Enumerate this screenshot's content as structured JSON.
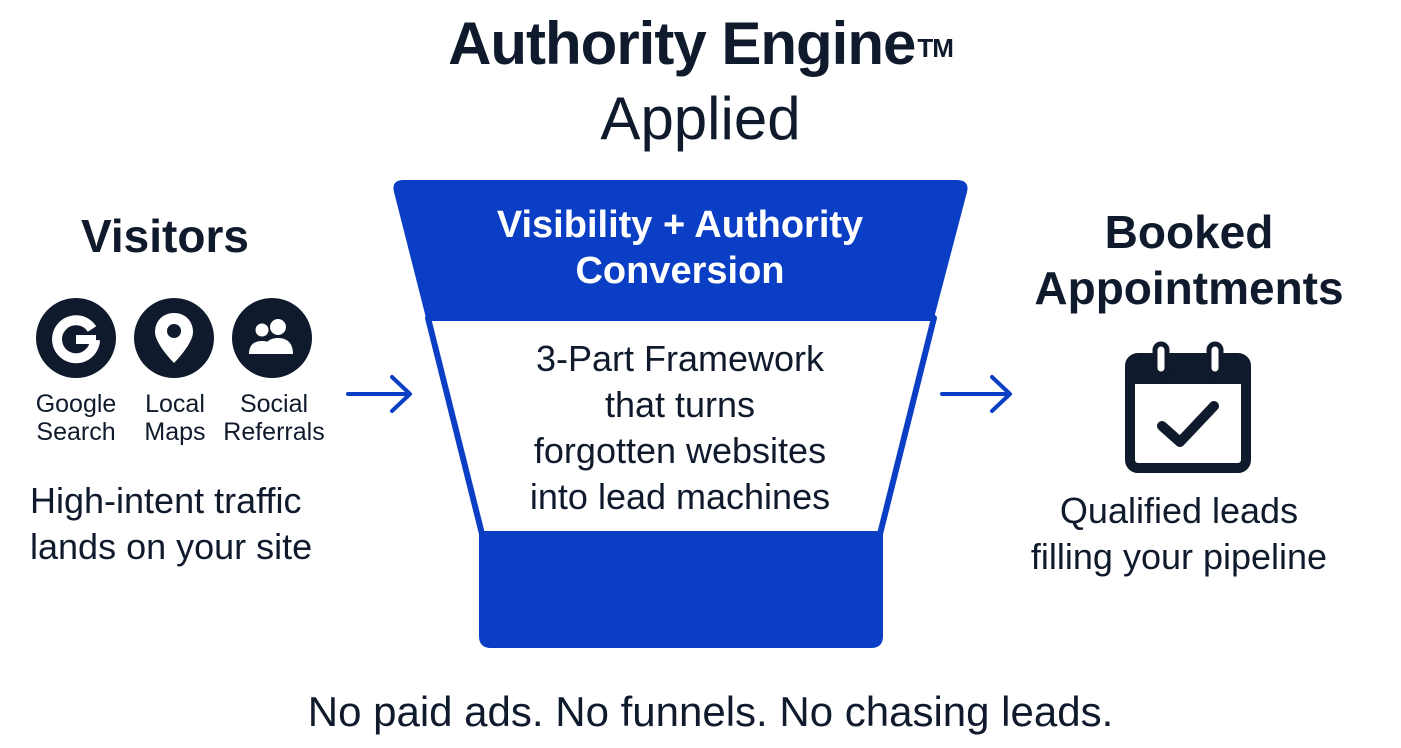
{
  "header": {
    "title": "Authority Engine",
    "trademark": "TM",
    "subtitle": "Applied"
  },
  "visitors": {
    "heading": "Visitors",
    "sources": [
      {
        "icon": "google-icon",
        "line1": "Google",
        "line2": "Search"
      },
      {
        "icon": "map-pin-icon",
        "line1": "Local",
        "line2": "Maps"
      },
      {
        "icon": "users-icon",
        "line1": "Social",
        "line2": "Referrals"
      }
    ],
    "description_line1": "High-intent traffic",
    "description_line2": "lands on your site"
  },
  "funnel": {
    "top_line1": "Visibility + Authority",
    "top_line2": "Conversion",
    "middle_line1": "3-Part Framework",
    "middle_line2": "that turns",
    "middle_line3": "forgotten websites",
    "middle_line4": "into lead machines",
    "color": "#0a3ec4"
  },
  "result": {
    "heading_line1": "Booked",
    "heading_line2": "Appointments",
    "icon": "calendar-check-icon",
    "description_line1": "Qualified leads",
    "description_line2": "filling your pipeline"
  },
  "footer": {
    "tagline": "No paid ads. No funnels. No chasing leads."
  },
  "colors": {
    "ink": "#0f1a2c",
    "accent": "#0a3ec4",
    "background": "#ffffff"
  }
}
